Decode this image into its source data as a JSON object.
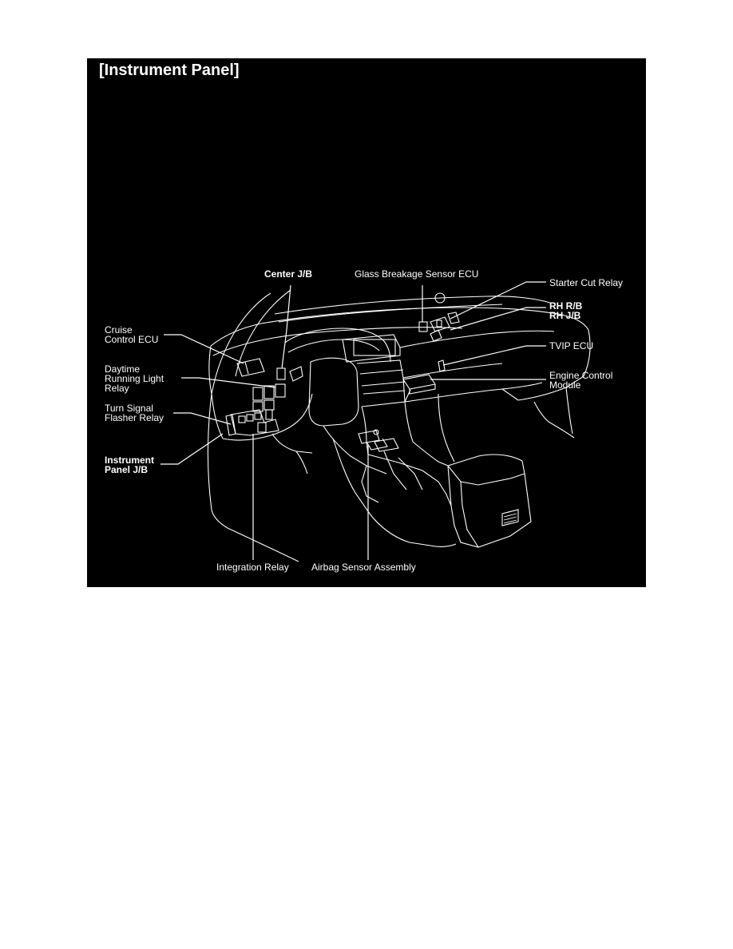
{
  "title": "[Instrument Panel]",
  "labels": {
    "center_jb": "Center J/B",
    "glass_breakage_sensor_ecu": "Glass Breakage Sensor ECU",
    "starter_cut_relay": "Starter Cut Relay",
    "rh_rb": "RH R/B",
    "rh_jb": "RH J/B",
    "cruise_control_ecu": "Cruise\nControl ECU",
    "daytime_running_light_relay": "Daytime\nRunning Light\nRelay",
    "tvip_ecu": "TVIP ECU",
    "engine_control_module": "Engine Control\nModule",
    "turn_signal_flasher_relay": "Turn Signal\nFlasher Relay",
    "instrument_panel_jb": "Instrument\nPanel J/B",
    "integration_relay": "Integration Relay",
    "airbag_sensor_assembly": "Airbag Sensor Assembly"
  },
  "colors": {
    "panel_background": "#000000",
    "line_art": "#ffffff",
    "page_background": "#ffffff"
  }
}
